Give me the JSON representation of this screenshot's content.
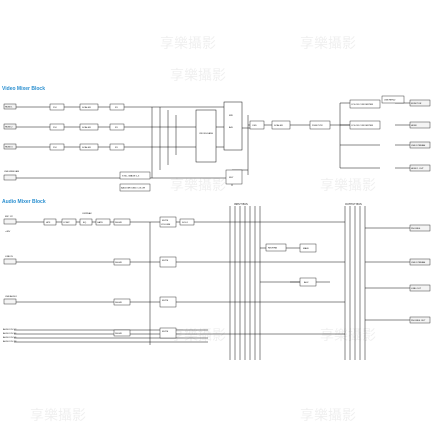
{
  "video": {
    "title": "Video Mixer Block",
    "inputs": [
      "HDMI 1",
      "HDMI 2",
      "HDMI 3"
    ],
    "usb_in": "USB WEBCAM",
    "dvi": "DVI",
    "scaler": "SCALER",
    "fx": "FX",
    "cross": "CROSS\nFADE",
    "fx_ab": "A/B",
    "mix": "MIX",
    "still": "STILL IMAGE 1-3",
    "background": "BACKGROUND COLOR",
    "keyer": "KEY",
    "osd": "OSD",
    "program": "PGM\nPVW",
    "color_conv1": "COLOR\nCONVERTER",
    "color_conv2": "COLOR\nCONVERTER",
    "usb_rend": "USB REND",
    "outputs": [
      "MONITOR",
      "HDMI",
      "USB STREAM",
      "HDMI 1 OUT"
    ]
  },
  "audio": {
    "title": "Audio Mixer Block",
    "input_bus": "INPUT BUS",
    "output_bus": "OUTPUT BUS",
    "mic": "MIC 1/2",
    "mic_sub": "+48V",
    "line_in": "LINE IN",
    "usb_audio": "USB AUDIO",
    "hdmi_audio": [
      "AUDIO IN 1/2",
      "AUDIO IN 3/4",
      "AUDIO IN 5/6",
      "AUDIO IN 7/8"
    ],
    "strip_labels": [
      "HPF",
      "COMP",
      "EQ",
      "GATE",
      "DELAY",
      "MUTE",
      "VOLUME",
      "SOLO",
      "ON/PEAK"
    ],
    "reverb": "REVERB",
    "main": "MAIN",
    "aux": "AUX",
    "outputs": [
      "PHONES",
      "USB STREAM",
      "LINE OUT",
      "PHONES OUT"
    ]
  },
  "watermark": "享樂攝影"
}
